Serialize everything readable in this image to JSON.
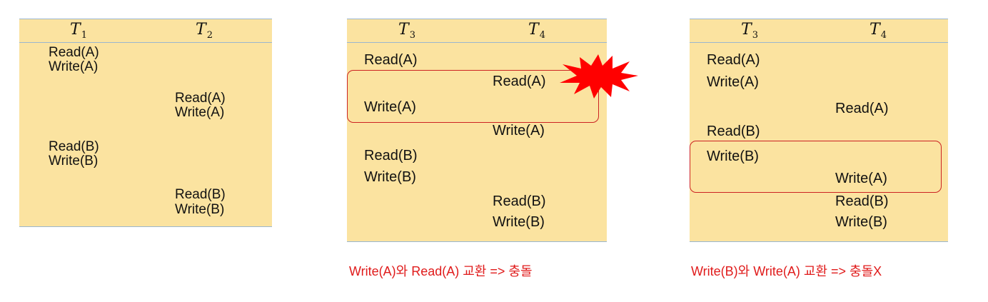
{
  "schedules": [
    {
      "headers": [
        {
          "name": "T",
          "sub": "1"
        },
        {
          "name": "T",
          "sub": "2"
        }
      ],
      "ops": [
        "Read(A)",
        "Write(A)",
        "Read(A)",
        "Write(A)",
        "Read(B)",
        "Write(B)",
        "Read(B)",
        "Write(B)"
      ]
    },
    {
      "headers": [
        {
          "name": "T",
          "sub": "3"
        },
        {
          "name": "T",
          "sub": "4"
        }
      ],
      "ops": [
        "Read(A)",
        "Read(A)",
        "Write(A)",
        "Write(A)",
        "Read(B)",
        "Write(B)",
        "Read(B)",
        "Write(B)"
      ],
      "caption": "Write(A)와 Read(A) 교환 => 충돌",
      "conflict_icon": "explosion-burst-icon",
      "highlight_color": "#cc2222"
    },
    {
      "headers": [
        {
          "name": "T",
          "sub": "3"
        },
        {
          "name": "T",
          "sub": "4"
        }
      ],
      "ops": [
        "Read(A)",
        "Write(A)",
        "Read(A)",
        "Read(B)",
        "Write(B)",
        "Write(A)",
        "Read(B)",
        "Write(B)"
      ],
      "caption": "Write(B)와 Write(A) 교환 => 충돌X",
      "highlight_color": "#cc2222"
    }
  ],
  "colors": {
    "panel_bg": "#fbe3a0",
    "rule": "#9ab6cf",
    "caption": "#e01b1b",
    "burst": "#ff0000"
  }
}
